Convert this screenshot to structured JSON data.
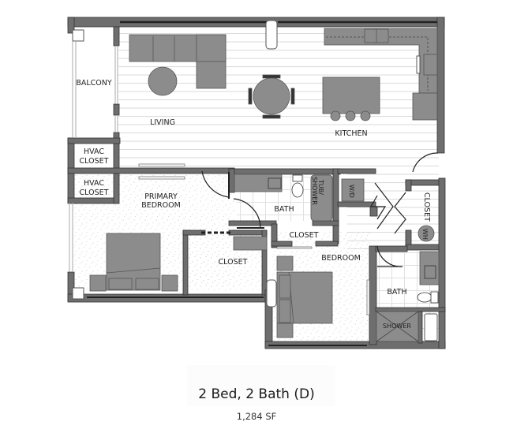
{
  "plan": {
    "rooms": {
      "balcony": "BALCONY",
      "living": "LIVING",
      "kitchen": "KITCHEN",
      "hvac_closet_1": [
        "HVAC",
        "CLOSET"
      ],
      "hvac_closet_2": [
        "HVAC",
        "CLOSET"
      ],
      "primary_bedroom": [
        "PRIMARY",
        "BEDROOM"
      ],
      "primary_bath": "BATH",
      "primary_closet": "CLOSET",
      "tub_shower": [
        "TUB/",
        "SHOWER"
      ],
      "wd": "W/D",
      "hall_closet": "CLOSET",
      "wh": "WH",
      "bedroom_closet": "CLOSET",
      "bedroom": "BEDROOM",
      "bath2": "BATH",
      "shower": "SHOWER"
    },
    "colors": {
      "wall": "#6e6e6e",
      "wall_dark": "#333333",
      "furniture": "#8c8c8c",
      "floor_lines": "#d8d8d8",
      "carpet_dots": "#bdbdbd"
    }
  },
  "caption": {
    "title": "2 Bed, 2 Bath (D)",
    "area": "1,284 SF"
  }
}
